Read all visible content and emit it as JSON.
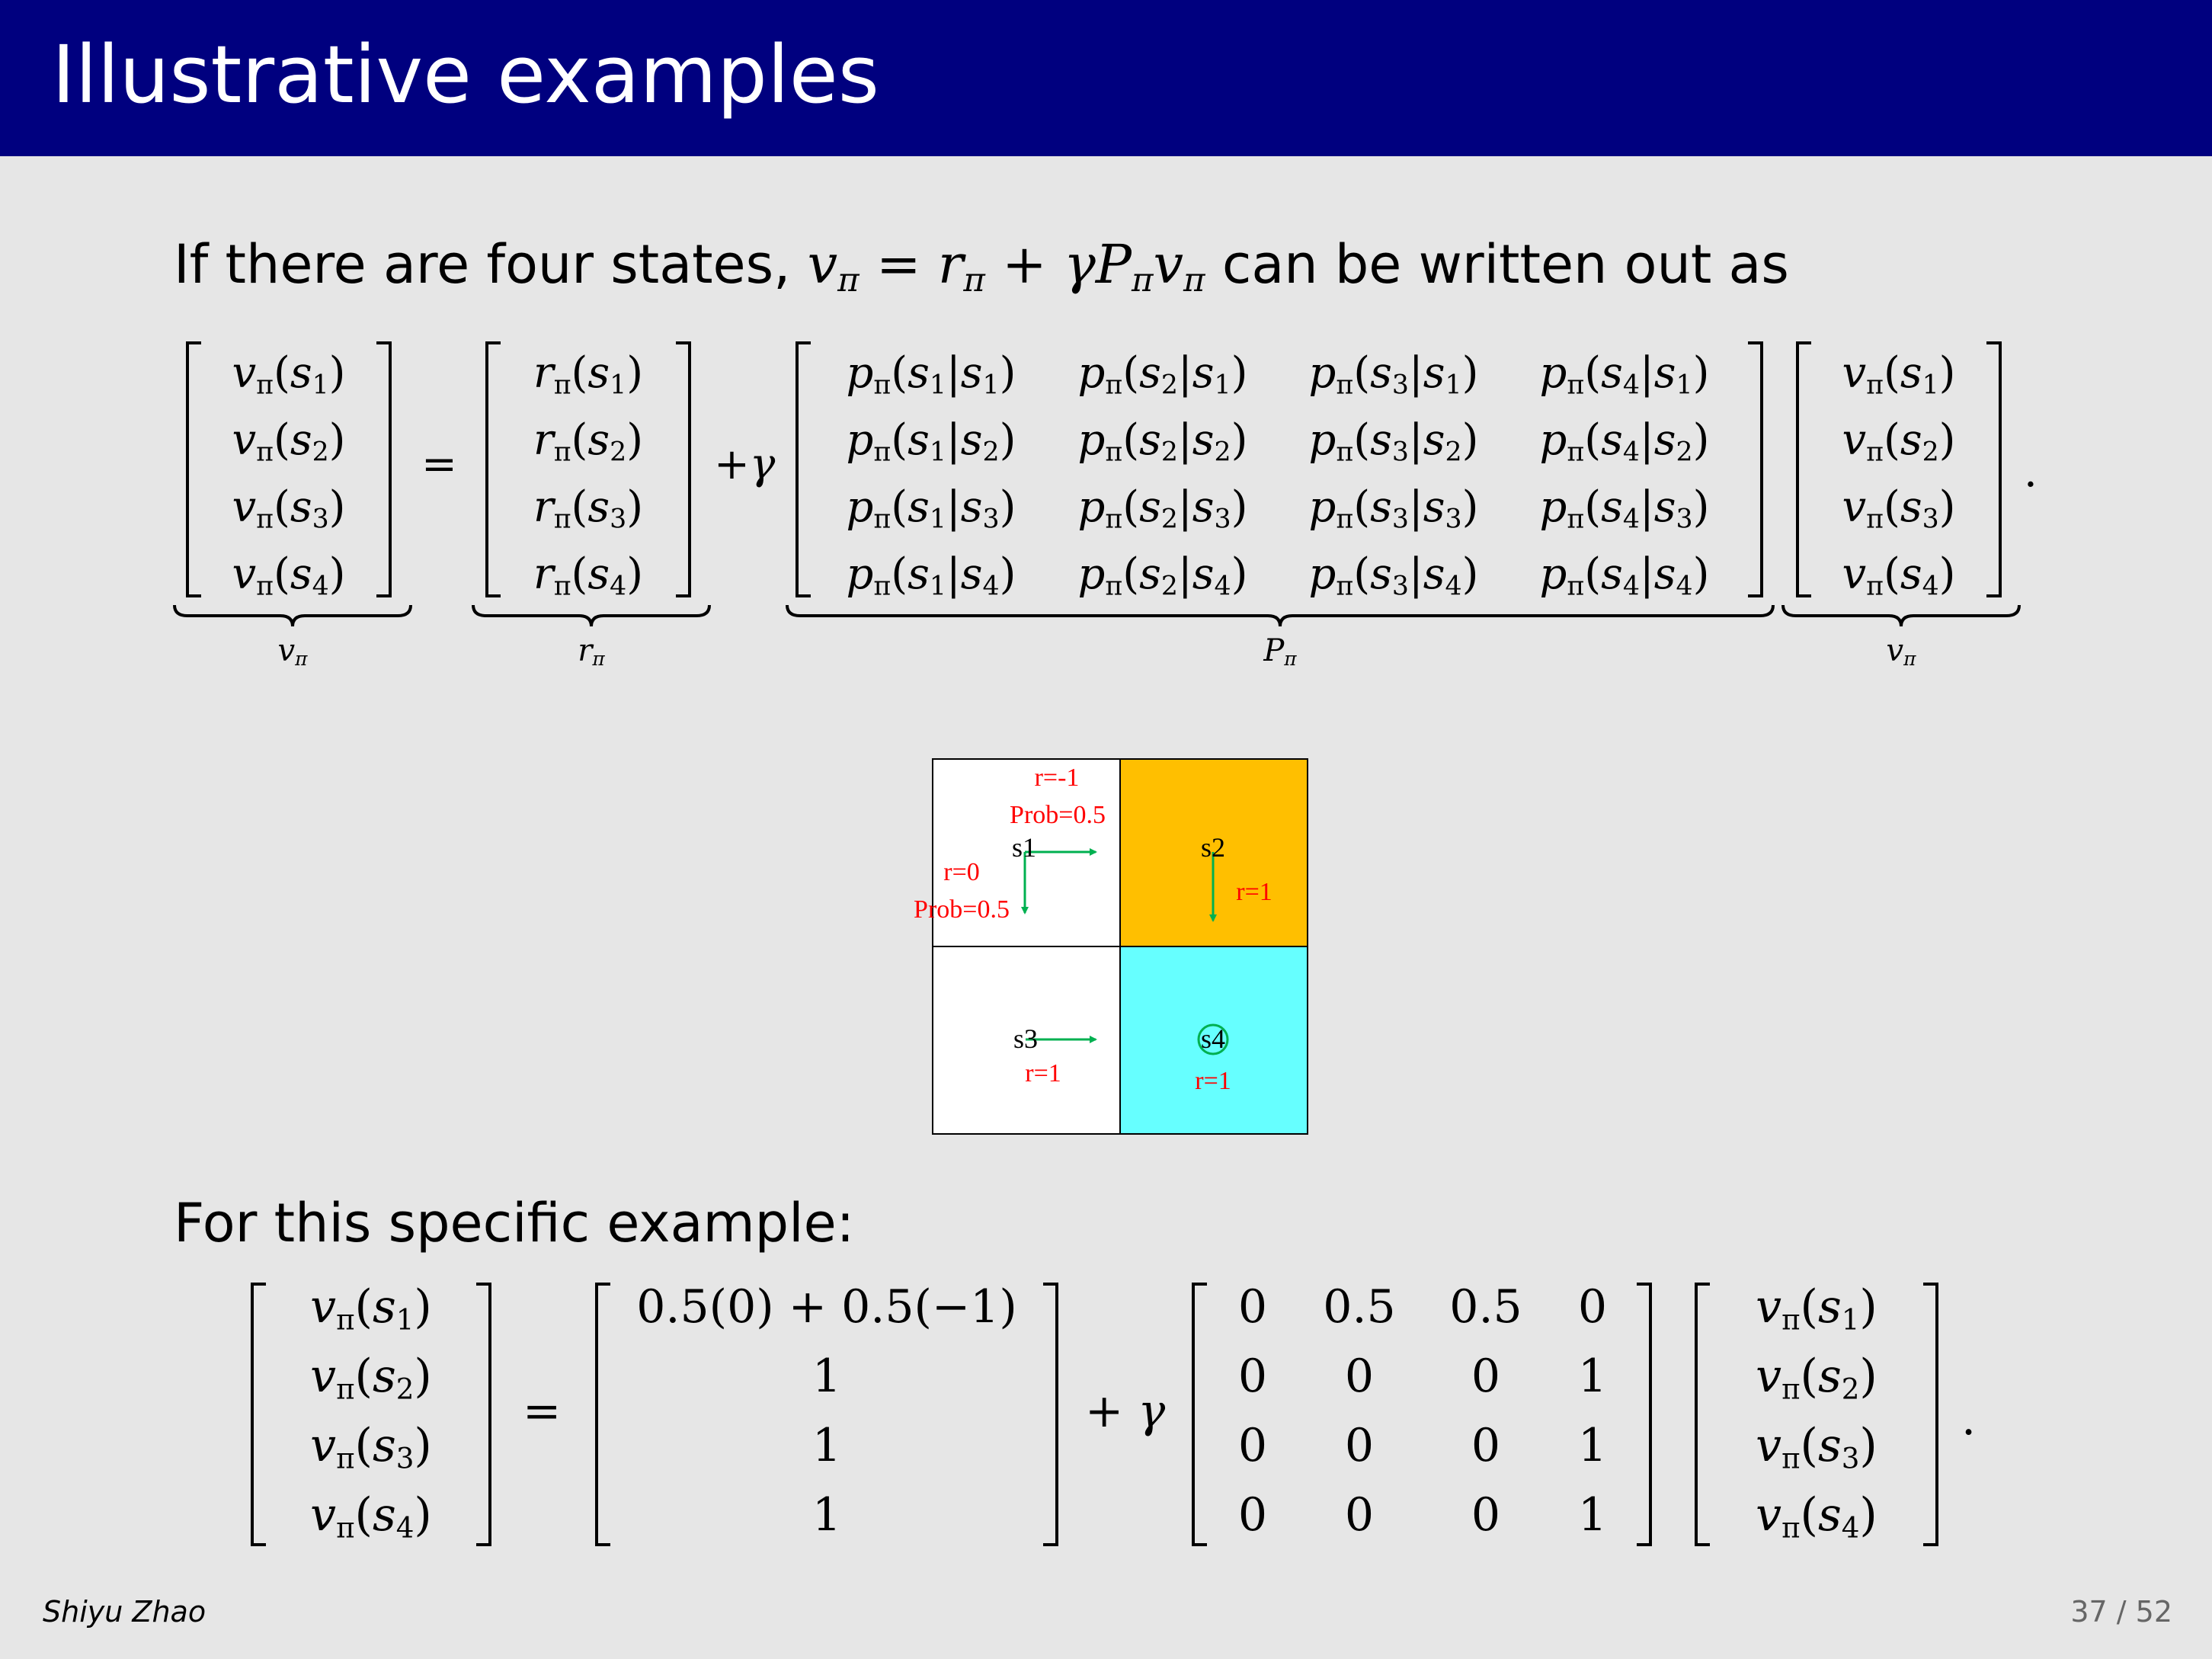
{
  "title": "Illustrative examples",
  "intro": {
    "before": "If there are four states,",
    "equation": "vπ = rπ + γPπvπ",
    "after": "can be written out as"
  },
  "general_equation": {
    "v_vector": [
      "vπ(s1)",
      "vπ(s2)",
      "vπ(s3)",
      "vπ(s4)"
    ],
    "r_vector": [
      "rπ(s1)",
      "rπ(s2)",
      "rπ(s3)",
      "rπ(s4)"
    ],
    "P_matrix": [
      [
        "pπ(s1|s1)",
        "pπ(s2|s1)",
        "pπ(s3|s1)",
        "pπ(s4|s1)"
      ],
      [
        "pπ(s1|s2)",
        "pπ(s2|s2)",
        "pπ(s3|s2)",
        "pπ(s4|s2)"
      ],
      [
        "pπ(s1|s3)",
        "pπ(s2|s3)",
        "pπ(s3|s3)",
        "pπ(s4|s3)"
      ],
      [
        "pπ(s1|s4)",
        "pπ(s2|s4)",
        "pπ(s3|s4)",
        "pπ(s4|s4)"
      ]
    ],
    "equals": "=",
    "plus_gamma": "+γ",
    "period": ".",
    "underbrace_labels": [
      "vπ",
      "rπ",
      "Pπ",
      "vπ"
    ]
  },
  "grid_figure": {
    "states": [
      "s1",
      "s2",
      "s3",
      "s4"
    ],
    "annotations": {
      "s1_right_reward": "r=-1",
      "s1_right_prob": "Prob=0.5",
      "s1_down_reward": "r=0",
      "s1_down_prob": "Prob=0.5",
      "s2_reward": "r=1",
      "s3_reward": "r=1",
      "s4_reward": "r=1"
    },
    "colors": {
      "s2_fill": "#ffbf00",
      "s4_fill": "#66ffff",
      "arrow": "#00b050",
      "label_red": "#ff0000"
    }
  },
  "specific_heading": "For this specific example:",
  "specific_equation": {
    "v_vector": [
      "vπ(s1)",
      "vπ(s2)",
      "vπ(s3)",
      "vπ(s4)"
    ],
    "r_vector": [
      "0.5(0) + 0.5(−1)",
      "1",
      "1",
      "1"
    ],
    "P_matrix": [
      [
        "0",
        "0.5",
        "0.5",
        "0"
      ],
      [
        "0",
        "0",
        "0",
        "1"
      ],
      [
        "0",
        "0",
        "0",
        "1"
      ],
      [
        "0",
        "0",
        "0",
        "1"
      ]
    ],
    "equals": "=",
    "plus_gamma": "+ γ",
    "period": "."
  },
  "footer": {
    "author": "Shiyu Zhao",
    "page": "37 / 52"
  }
}
